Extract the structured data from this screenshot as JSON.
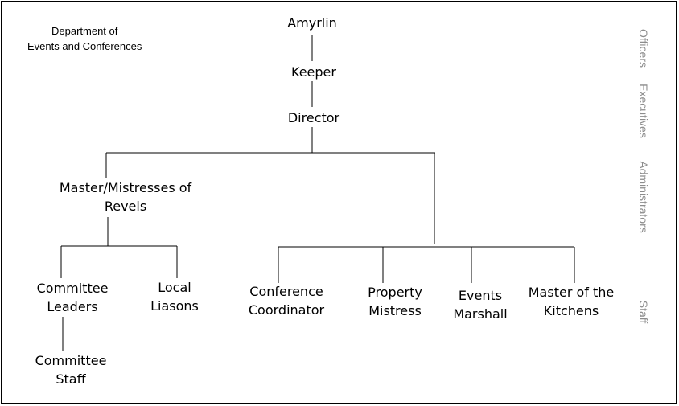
{
  "title_lines": [
    "Department of",
    "Events and Conferences"
  ],
  "nodes": {
    "amyrlin": [
      "Amyrlin"
    ],
    "keeper": [
      "Keeper"
    ],
    "director": [
      "Director"
    ],
    "revels": [
      "Master/Mistresses of",
      "Revels"
    ],
    "committee_leaders": [
      "Committee",
      "Leaders"
    ],
    "local_liasons": [
      "Local",
      "Liasons"
    ],
    "committee_staff": [
      "Committee",
      "Staff"
    ],
    "conference_coordinator": [
      "Conference",
      "Coordinator"
    ],
    "property_mistress": [
      "Property",
      "Mistress"
    ],
    "events_marshall": [
      "Events",
      "Marshall"
    ],
    "master_kitchens": [
      "Master of the",
      "Kitchens"
    ]
  },
  "tiers": [
    "Officers",
    "Executives",
    "Administrators",
    "Staff"
  ],
  "colors": {
    "line": "#000000",
    "tier_label": "#8c8c8c",
    "accent_bar": "#4f6fae"
  }
}
